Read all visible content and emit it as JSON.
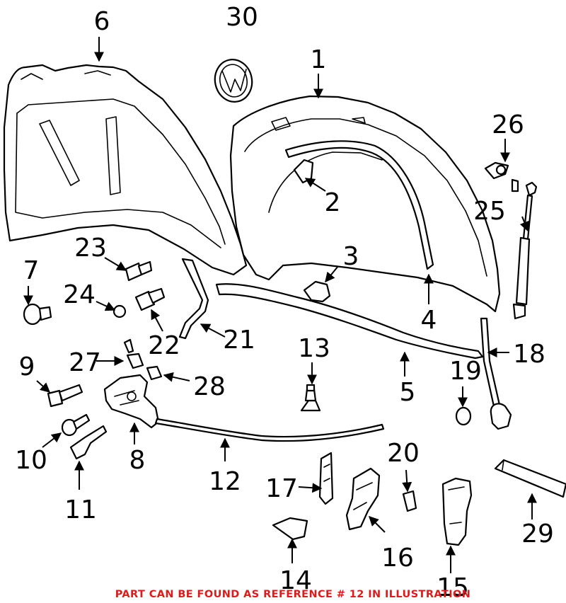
{
  "footer_note": "PART CAN BE FOUND AS REFERENCE # 12 IN ILLUSTRATION",
  "callouts": [
    "1",
    "2",
    "3",
    "4",
    "5",
    "6",
    "7",
    "8",
    "9",
    "10",
    "11",
    "12",
    "13",
    "14",
    "15",
    "16",
    "17",
    "18",
    "19",
    "20",
    "21",
    "22",
    "23",
    "24",
    "25",
    "26",
    "27",
    "28",
    "29",
    "30"
  ],
  "colors": {
    "line": "#000000",
    "note": "#e0191b",
    "background": "#ffffff"
  }
}
